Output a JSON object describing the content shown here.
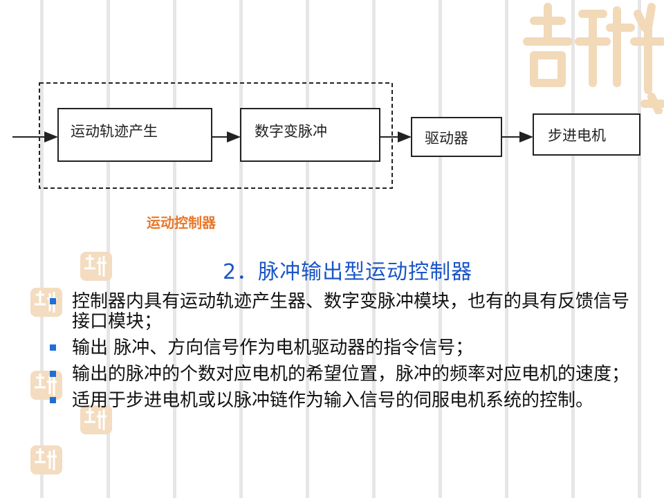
{
  "diagram": {
    "boxes": [
      {
        "label": "运动轨迹产生"
      },
      {
        "label": "数字变脉冲"
      },
      {
        "label": "驱动器"
      },
      {
        "label": "步进电机"
      }
    ],
    "controller_label": "运动控制器"
  },
  "section": {
    "title": "2．脉冲输出型运动控制器"
  },
  "bullets": [
    "控制器内具有运动轨迹产生器、数字变脉冲模块，也有的具有反馈信号接口模块；",
    "输出 脉冲、方向信号作为电机驱动器的指令信号；",
    "输出的脉冲的个数对应电机的希望位置，脉冲的频率对应电机的速度；",
    "适用于步进电机或以脉冲链作为输入信号的伺服电机系统的控制。"
  ],
  "colors": {
    "accent_orange": "#e8782a",
    "title_blue": "#1a55c7",
    "bullet_blue": "#1f6fd6",
    "seal_color": "#f2d9b8"
  },
  "decor": {
    "seal_icon": "ji-xiang-seal-icon"
  }
}
